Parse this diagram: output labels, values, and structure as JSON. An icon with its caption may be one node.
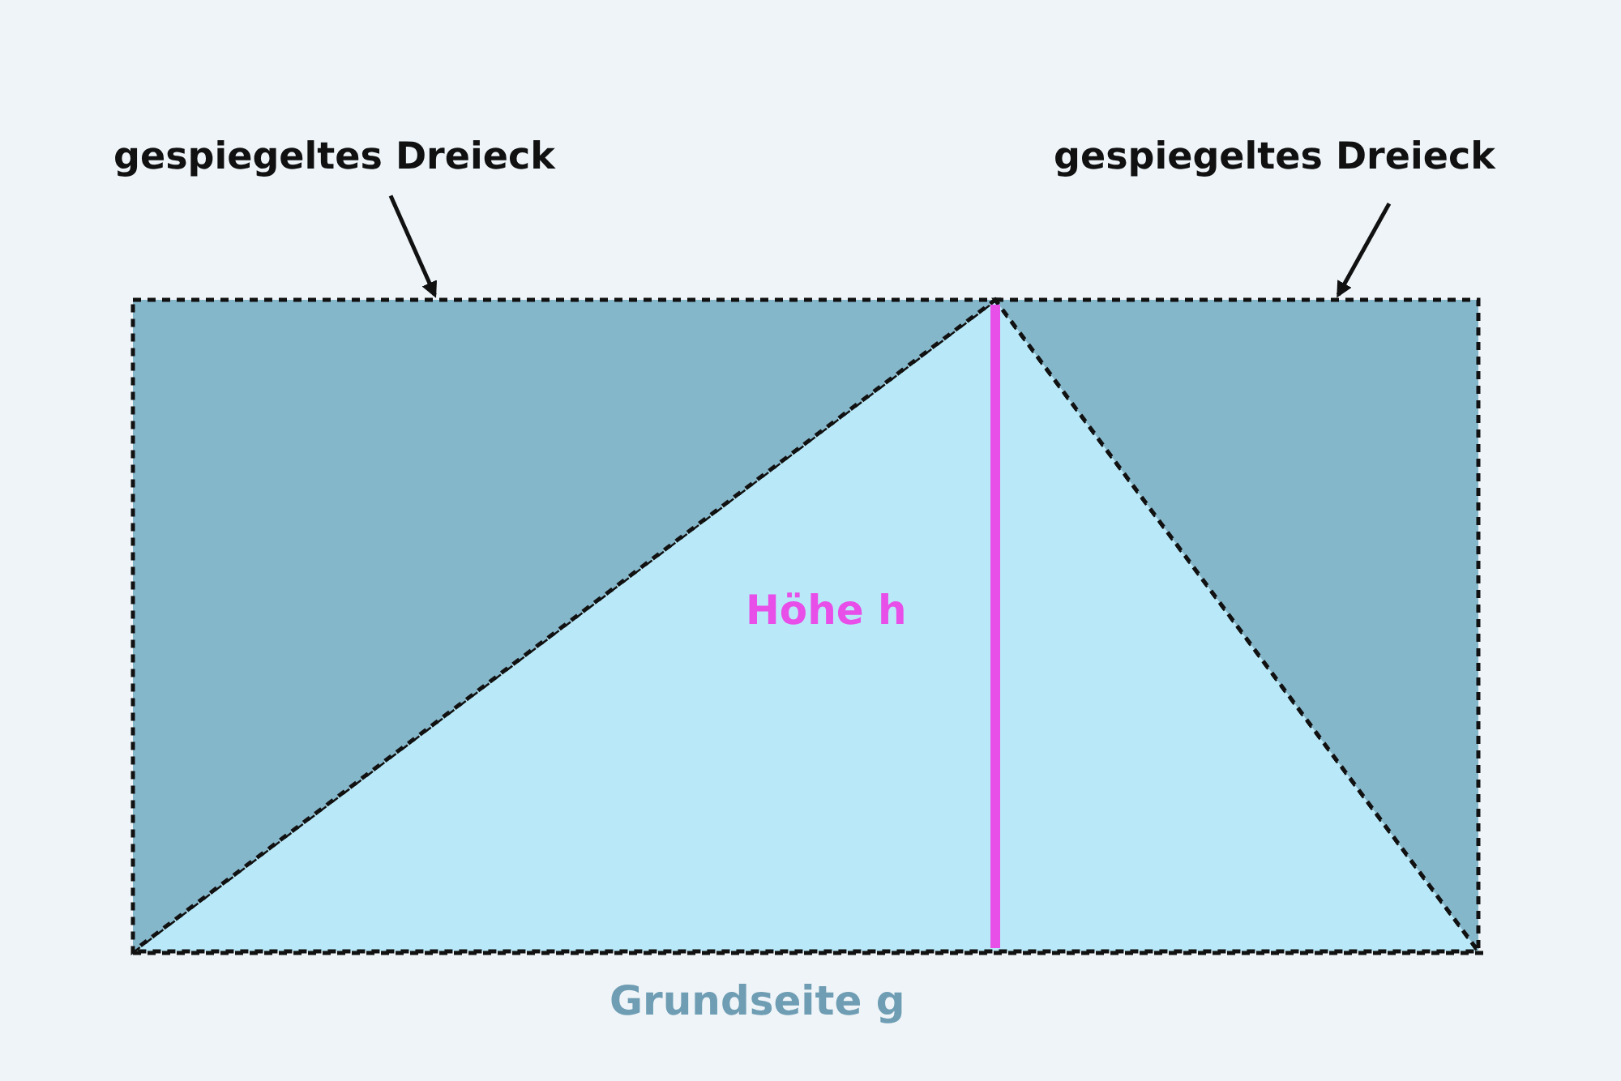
{
  "diagram": {
    "nodes": [
      {
        "text": [
          "gespiegeltes Dreieck"
        ]
      },
      {
        "text": [],
        "shape": "triangle"
      },
      {
        "text": [
          "gespiegeltes Dreieck"
        ]
      },
      {
        "text": [],
        "shape": "triangle"
      }
    ],
    "edges": [
      {
        "from": 0,
        "to": 1,
        "arrow": "to"
      },
      {
        "from": 2,
        "to": 3,
        "arrow": "to"
      }
    ],
    "labels": [
      "Höhe h",
      "Grundseite g"
    ]
  }
}
